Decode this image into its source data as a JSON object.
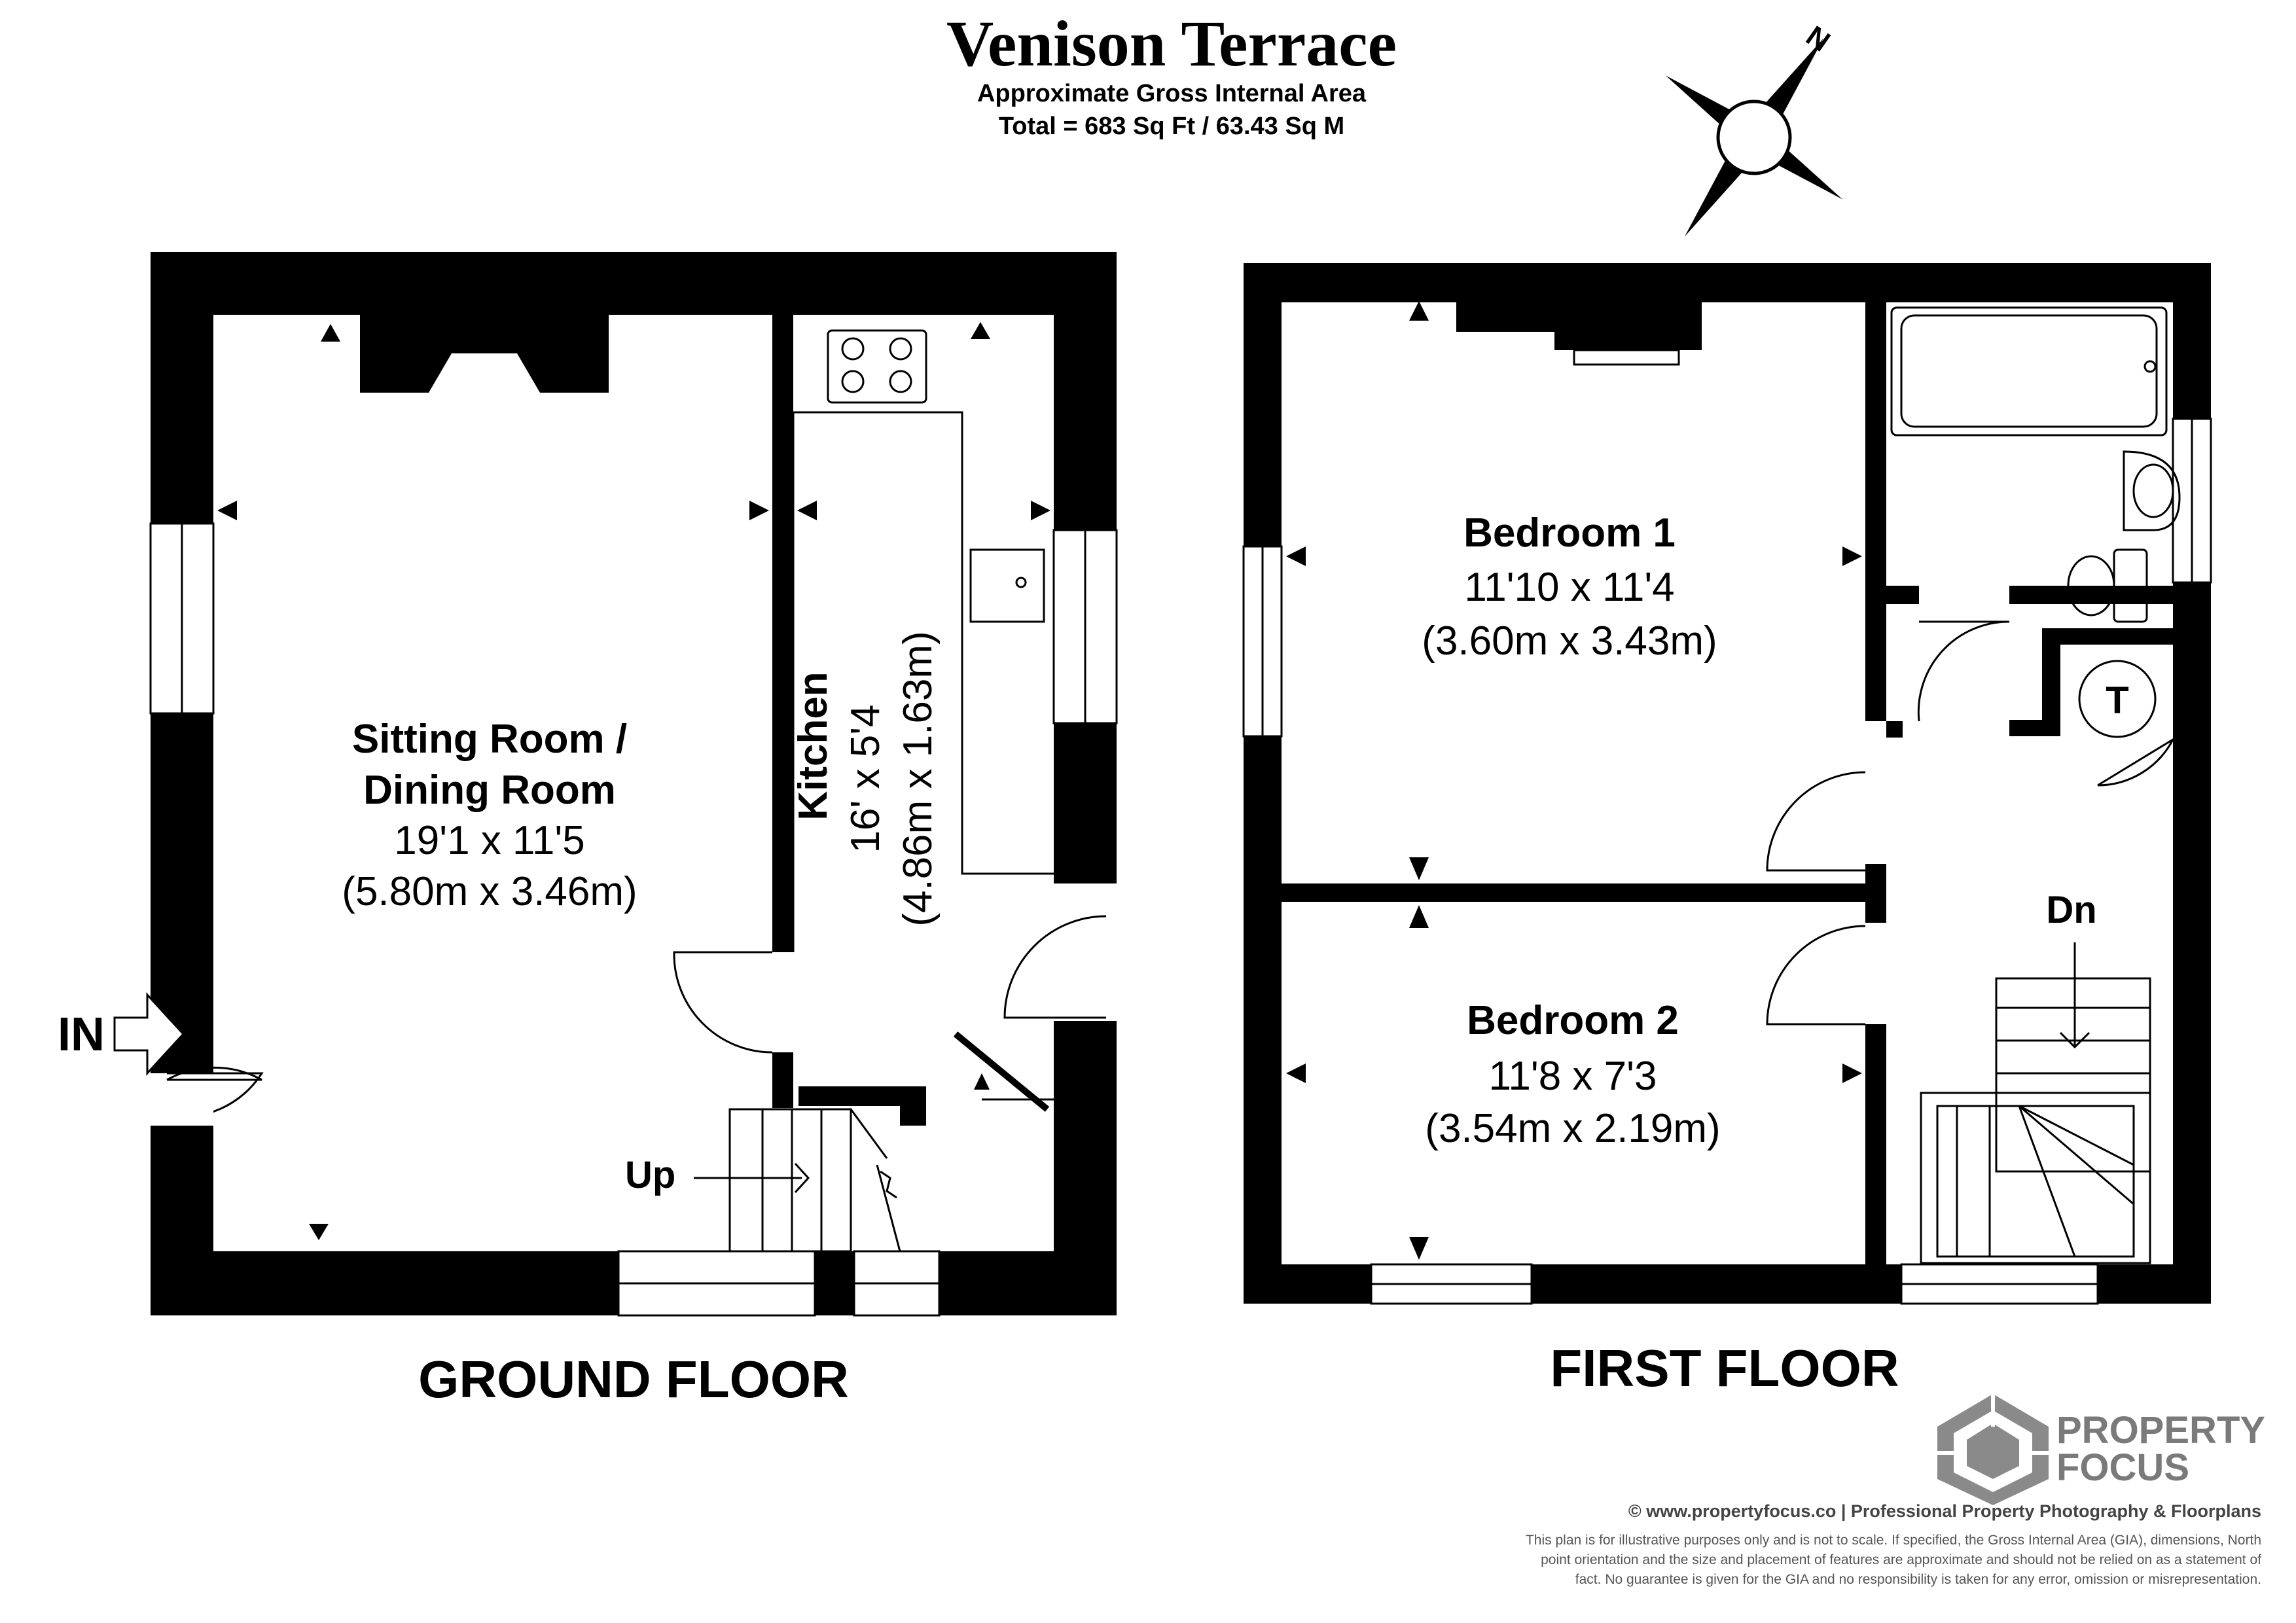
{
  "header": {
    "title": "Venison Terrace",
    "subtitle": "Approximate Gross Internal Area",
    "total_area": "Total = 683 Sq Ft / 63.43 Sq M"
  },
  "compass": {
    "north_label": "N"
  },
  "ground_floor": {
    "label": "GROUND FLOOR",
    "entrance_label": "IN",
    "stairs_label": "Up",
    "rooms": [
      {
        "name_line1": "Sitting Room /",
        "name_line2": "Dining Room",
        "dims_imperial": "19'1 x 11'5",
        "dims_metric": "(5.80m x 3.46m)"
      },
      {
        "name": "Kitchen",
        "dims_imperial": "16' x 5'4",
        "dims_metric": "(4.86m x 1.63m)"
      }
    ]
  },
  "first_floor": {
    "label": "FIRST FLOOR",
    "stairs_label": "Dn",
    "cupboard_label": "T",
    "rooms": [
      {
        "name": "Bedroom 1",
        "dims_imperial": "11'10 x 11'4",
        "dims_metric": "(3.60m x 3.43m)"
      },
      {
        "name": "Bedroom 2",
        "dims_imperial": "11'8 x 7'3",
        "dims_metric": "(3.54m x 2.19m)"
      }
    ]
  },
  "branding": {
    "logo_line1": "PROPERTY",
    "logo_line2": "FOCUS",
    "copyright": "© www.propertyfocus.co | Professional Property Photography & Floorplans",
    "disclaimer_line1": "This plan is for illustrative purposes only and is not to scale. If specified, the Gross Internal Area (GIA), dimensions, North",
    "disclaimer_line2": "point orientation and the size and placement of features are approximate and should not be relied on as a statement of",
    "disclaimer_line3": "fact. No guarantee is given for the GIA and no responsibility is taken for any error, omission or misrepresentation."
  },
  "colors": {
    "walls": "#000000",
    "background": "#ffffff",
    "logo": "#7a7a7a",
    "disclaimer": "#555555"
  }
}
